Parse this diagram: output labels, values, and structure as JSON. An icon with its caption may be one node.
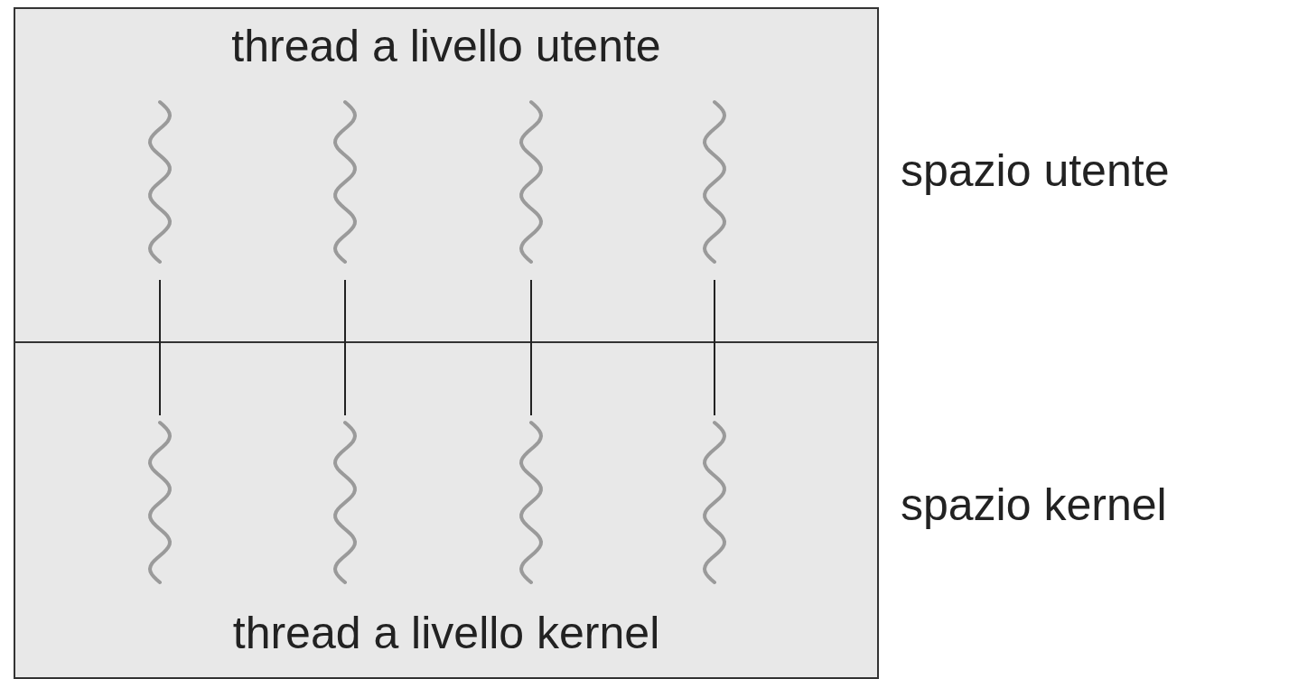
{
  "diagram": {
    "nodes": [
      {
        "text": [
          "thread a livello utente"
        ],
        "beside": [
          "spazio utente"
        ]
      },
      {
        "text": [
          "thread a livello kernel"
        ],
        "beside": [
          "spazio kernel"
        ]
      },
      {
        "text": [],
        "shape": "wave",
        "in": 0
      },
      {
        "text": [],
        "shape": "wave",
        "in": 0
      },
      {
        "text": [],
        "shape": "wave",
        "in": 0
      },
      {
        "text": [],
        "shape": "wave",
        "in": 0
      },
      {
        "text": [],
        "shape": "wave",
        "in": 1
      },
      {
        "text": [],
        "shape": "wave",
        "in": 1
      },
      {
        "text": [],
        "shape": "wave",
        "in": 1
      },
      {
        "text": [],
        "shape": "wave",
        "in": 1
      }
    ],
    "edges": [
      {
        "from": 2,
        "to": 6,
        "arrow": "none"
      },
      {
        "from": 3,
        "to": 7,
        "arrow": "none"
      },
      {
        "from": 4,
        "to": 8,
        "arrow": "none"
      },
      {
        "from": 5,
        "to": 9,
        "arrow": "none"
      }
    ]
  }
}
